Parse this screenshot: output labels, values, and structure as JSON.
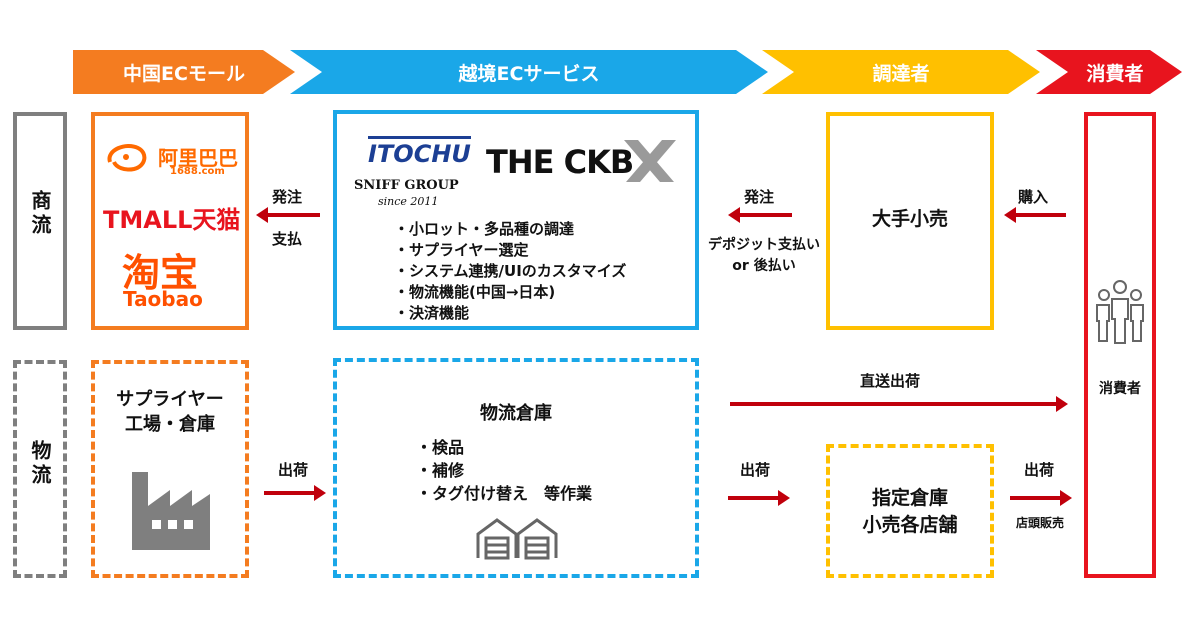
{
  "header": {
    "china_ec_mall": "中国ECモール",
    "cross_border_ec": "越境ECサービス",
    "procurer": "調達者",
    "consumer": "消費者",
    "colors": {
      "orange": "#f47c20",
      "blue": "#1aa7e8",
      "yellow": "#ffc000",
      "red": "#e8141e"
    }
  },
  "rows": {
    "commerce": "商流",
    "logistics": "物流"
  },
  "commerce": {
    "mall_logos": {
      "alibaba_cn": "阿里巴巴",
      "alibaba_url": "1688.com",
      "tmall": "TMALL天猫",
      "taobao_cn": "淘宝",
      "taobao_en": "Taobao"
    },
    "order_label": "発注",
    "payment_label": "支払",
    "service_logos": {
      "itochu": "ITOCHU",
      "sniff_group": "SNIFF GROUP",
      "since": "since 2011",
      "ckb": "THE CKB"
    },
    "service_features": [
      "・小ロット・多品種の調達",
      "・サプライヤー選定",
      "・システム連携/UIのカスタマイズ",
      "・物流機能(中国→日本)",
      "・決済機能"
    ],
    "order_label2": "発注",
    "payment_terms_1": "デポジット支払い",
    "payment_terms_2": "or 後払い",
    "retailer": "大手小売",
    "purchase_label": "購入",
    "consumer_box_label": "消費者"
  },
  "logistics": {
    "supplier_line1": "サプライヤー",
    "supplier_line2": "工場・倉庫",
    "ship_label1": "出荷",
    "warehouse_title": "物流倉庫",
    "warehouse_tasks": [
      "・検品",
      "・補修",
      "・タグ付け替え　等作業"
    ],
    "direct_ship": "直送出荷",
    "ship_label2": "出荷",
    "designated_line1": "指定倉庫",
    "designated_line2": "小売各店舗",
    "ship_label3": "出荷",
    "store_sales": "店頭販売"
  }
}
